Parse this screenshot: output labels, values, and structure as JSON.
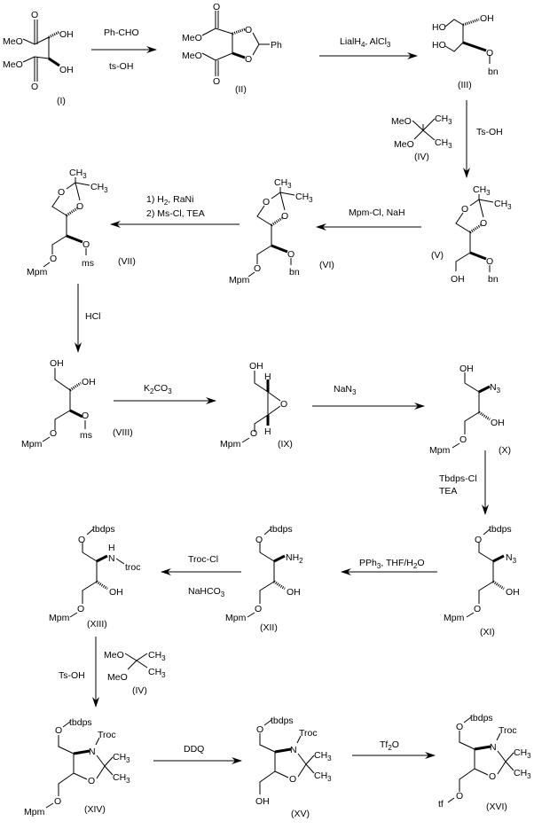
{
  "compounds": {
    "I": {
      "label": "(I)",
      "atoms": [
        "MeO",
        "MeO",
        "OH",
        "OH",
        "O",
        "O"
      ]
    },
    "II": {
      "label": "(II)",
      "atoms": [
        "MeO",
        "MeO",
        "O",
        "O",
        "O",
        "O",
        "Ph"
      ]
    },
    "III": {
      "label": "(III)",
      "atoms": [
        "HO",
        "HO",
        "OH",
        "O",
        "bn"
      ]
    },
    "IV": {
      "label": "(IV)",
      "atoms": [
        "MeO",
        "MeO",
        "CH3",
        "CH3"
      ]
    },
    "V": {
      "label": "(V)",
      "atoms": [
        "CH3",
        "CH3",
        "O",
        "O",
        "O",
        "bn",
        "OH"
      ]
    },
    "VI": {
      "label": "(VI)",
      "atoms": [
        "CH3",
        "CH3",
        "O",
        "O",
        "O",
        "bn",
        "Mpm",
        "O"
      ]
    },
    "VII": {
      "label": "(VII)",
      "atoms": [
        "CH3",
        "CH3",
        "O",
        "O",
        "O",
        "ms",
        "Mpm",
        "O"
      ]
    },
    "VIII": {
      "label": "(VIII)",
      "atoms": [
        "OH",
        "OH",
        "O",
        "ms",
        "Mpm",
        "O"
      ]
    },
    "IX": {
      "label": "(IX)",
      "atoms": [
        "OH",
        "H",
        "O",
        "H",
        "Mpm",
        "O"
      ]
    },
    "X": {
      "label": "(X)",
      "atoms": [
        "OH",
        "N3",
        "OH",
        "Mpm",
        "O"
      ]
    },
    "XI": {
      "label": "(XI)",
      "atoms": [
        "tbdps",
        "O",
        "N3",
        "OH",
        "Mpm",
        "O"
      ]
    },
    "XII": {
      "label": "(XII)",
      "atoms": [
        "tbdps",
        "O",
        "NH2",
        "OH",
        "Mpm",
        "O"
      ]
    },
    "XIII": {
      "label": "(XIII)",
      "atoms": [
        "tbdps",
        "O",
        "H",
        "N",
        "troc",
        "OH",
        "Mpm",
        "O"
      ]
    },
    "IVb": {
      "label": "(IV)",
      "atoms": [
        "MeO",
        "MeO",
        "CH3",
        "CH3"
      ]
    },
    "XIV": {
      "label": "(XIV)",
      "atoms": [
        "tbdps",
        "O",
        "Troc",
        "N",
        "CH3",
        "CH3",
        "O",
        "Mpm",
        "O"
      ]
    },
    "XV": {
      "label": "(XV)",
      "atoms": [
        "tbdps",
        "O",
        "Troc",
        "N",
        "CH3",
        "CH3",
        "O",
        "OH"
      ]
    },
    "XVI": {
      "label": "(XVI)",
      "atoms": [
        "tbdps",
        "O",
        "Troc",
        "N",
        "CH3",
        "CH3",
        "O",
        "tf",
        "O"
      ]
    }
  },
  "steps": [
    {
      "above": "Ph-CHO",
      "below": "ts-OH"
    },
    {
      "above": "LialH4, AlCl3"
    },
    {
      "side": "Ts-OH"
    },
    {
      "above": "Mpm-Cl, NaH"
    },
    {
      "line1": "1) H2, RaNi",
      "line2": "2) Ms-Cl, TEA"
    },
    {
      "side": "HCl"
    },
    {
      "above": "K2CO3"
    },
    {
      "above": "NaN3"
    },
    {
      "line1": "Tbdps-Cl",
      "line2": "TEA"
    },
    {
      "above": "PPh3, THF/H2O"
    },
    {
      "above": "Troc-Cl",
      "below": "NaHCO3"
    },
    {
      "side": "Ts-OH"
    },
    {
      "above": "DDQ"
    },
    {
      "above": "Tf2O"
    }
  ]
}
